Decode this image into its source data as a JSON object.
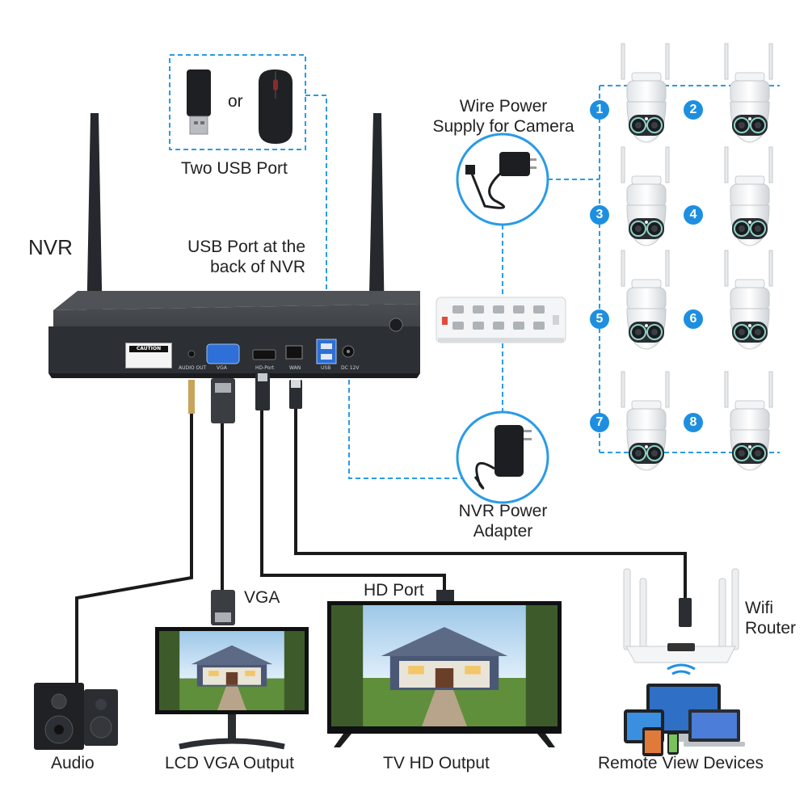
{
  "labels": {
    "usb_devices_or": "or",
    "two_usb_port": "Two USB Port",
    "nvr": "NVR",
    "usb_back": "USB Port at the back of NVR",
    "usb_back_line1": "USB Port at the",
    "usb_back_line2": "back of NVR",
    "wire_power_line1": "Wire Power",
    "wire_power_line2": "Supply for Camera",
    "nvr_adapter_line1": "NVR Power",
    "nvr_adapter_line2": "Adapter",
    "vga": "VGA",
    "hd_port": "HD Port",
    "wifi_router_line1": "Wifi",
    "wifi_router_line2": "Router",
    "audio": "Audio",
    "lcd_vga_output": "LCD VGA Output",
    "tv_hd_output": "TV HD Output",
    "remote_view_devices": "Remote View Devices"
  },
  "nvr_ports": {
    "audio_out": "AUDIO OUT",
    "vga": "VGA",
    "hd_port": "HD-Port",
    "wan": "WAN",
    "usb": "USB",
    "dc": "DC 12V"
  },
  "caution_label": {
    "title": "CAUTION"
  },
  "cameras": [
    "1",
    "2",
    "3",
    "4",
    "5",
    "6",
    "7",
    "8"
  ],
  "colors": {
    "accent_blue": "#1e8fe0",
    "dashed_line": "#2a9be6",
    "cable": "#1a1a1a",
    "nvr_body": "#2c2f33"
  }
}
